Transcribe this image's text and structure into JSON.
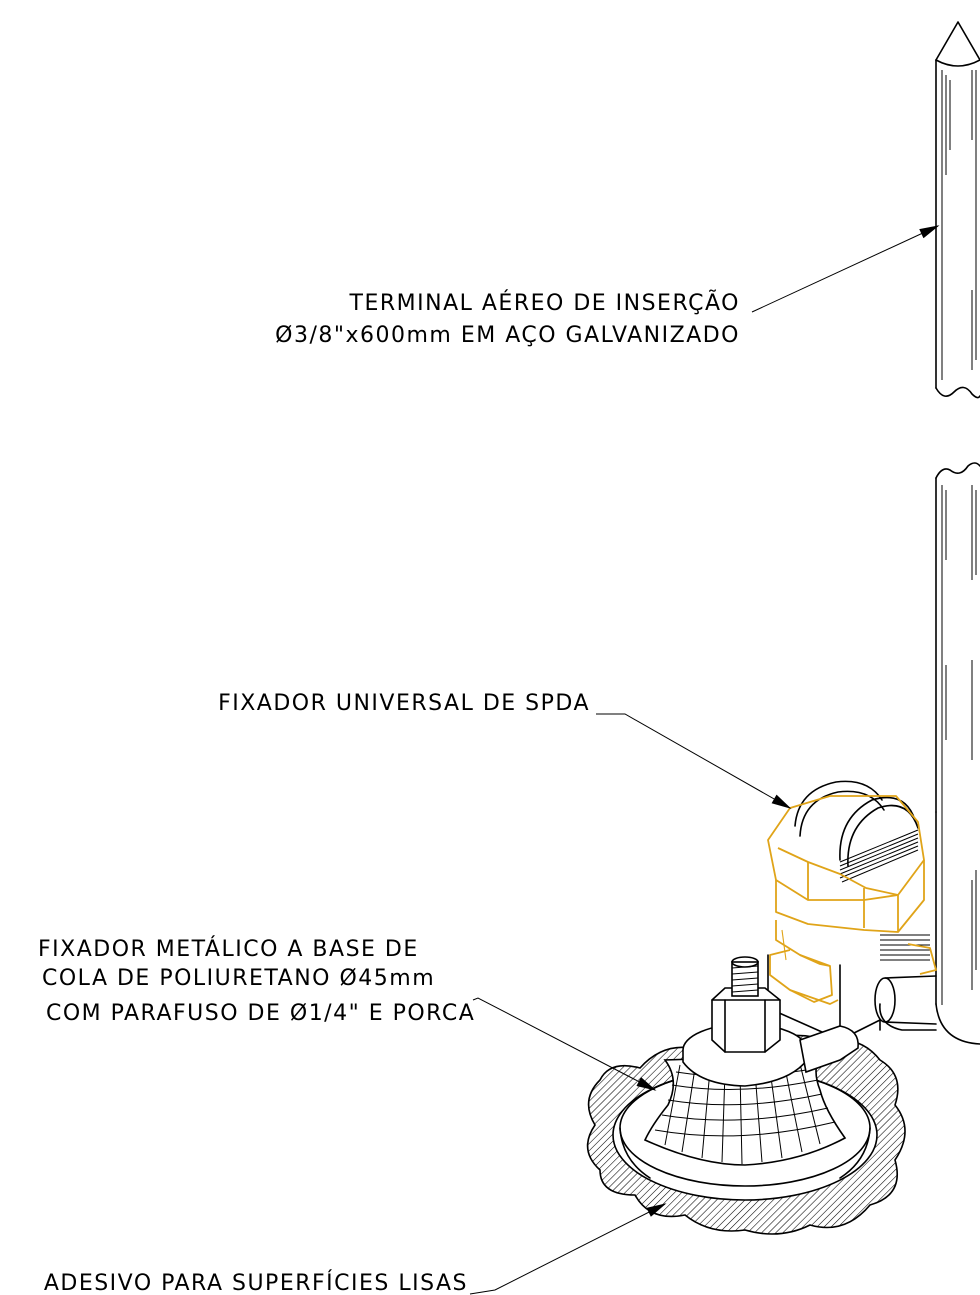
{
  "colors": {
    "line": "#000000",
    "highlight": "#e0a419",
    "background": "#ffffff"
  },
  "labels": {
    "terminal": {
      "line1": "TERMINAL AÉREO DE INSERÇÃO",
      "line2": "Ø3/8\"x600mm EM AÇO GALVANIZADO"
    },
    "fixador_universal": {
      "line1": "FIXADOR UNIVERSAL DE SPDA"
    },
    "fixador_metalico": {
      "line1": "FIXADOR METÁLICO A BASE DE",
      "line2": "COLA DE POLIURETANO Ø45mm",
      "line3": "COM PARAFUSO DE Ø1/4\" E PORCA"
    },
    "adesivo": {
      "line1": "ADESIVO PARA SUPERFÍCIES LISAS"
    }
  }
}
